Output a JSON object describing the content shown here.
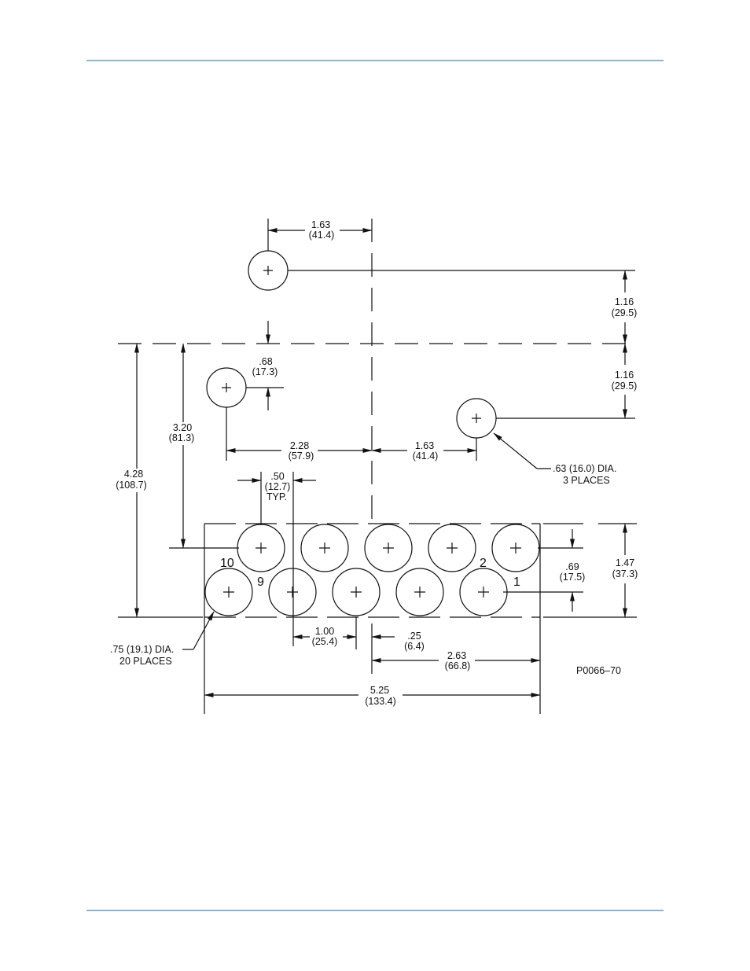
{
  "colors": {
    "rule": "#8fb2cf",
    "ink": "#111111"
  },
  "dims": {
    "top_1_63": [
      "1.63",
      "(41.4)"
    ],
    "right_1_16_a": [
      "1.16",
      "(29.5)"
    ],
    "right_1_16_b": [
      "1.16",
      "(29.5)"
    ],
    "d_68": [
      ".68",
      "(17.3)"
    ],
    "d_3_20": [
      "3.20",
      "(81.3)"
    ],
    "d_4_28": [
      "4.28",
      "(108.7)"
    ],
    "d_2_28": [
      "2.28",
      "(57.9)"
    ],
    "d_1_63b": [
      "1.63",
      "(41.4)"
    ],
    "d_50": [
      ".50",
      "(12.7)",
      "TYP."
    ],
    "d_69": [
      ".69",
      "(17.5)"
    ],
    "d_1_47": [
      "1.47",
      "(37.3)"
    ],
    "d_1_00": [
      "1.00",
      "(25.4)"
    ],
    "d_25": [
      ".25",
      "(6.4)"
    ],
    "d_2_63": [
      "2.63",
      "(66.8)"
    ],
    "d_5_25": [
      "5.25",
      "(133.4)"
    ]
  },
  "callouts": {
    "small_holes": [
      ".63 (16.0) DIA.",
      "3 PLACES"
    ],
    "large_holes": [
      ".75 (19.1) DIA.",
      "20 PLACES"
    ]
  },
  "hole_numbers": {
    "n10": "10",
    "n9": "9",
    "n2": "2",
    "n1": "1"
  },
  "drawing_id": "P0066–70"
}
